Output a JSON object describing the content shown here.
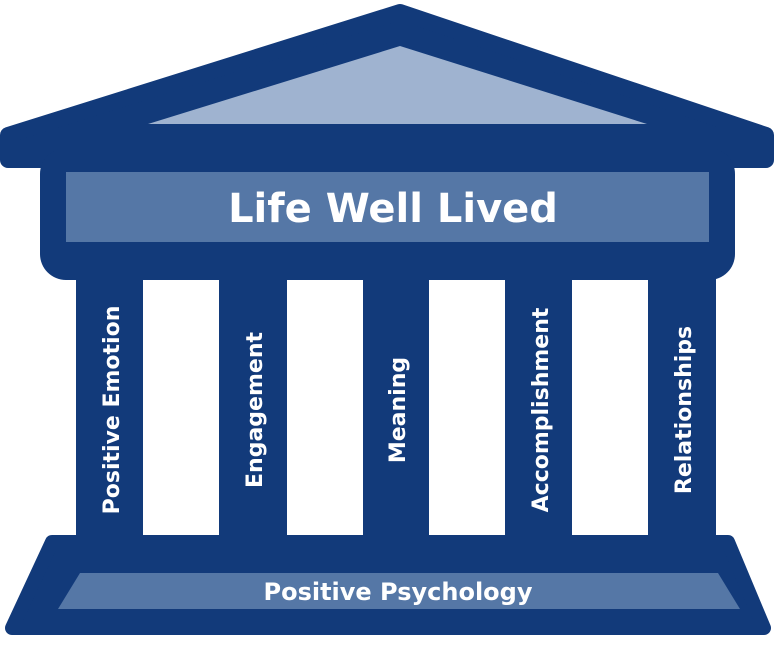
{
  "diagram": {
    "title": "Life Well Lived",
    "pillars": [
      {
        "label": "Positive Emotion"
      },
      {
        "label": "Engagement"
      },
      {
        "label": "Meaning"
      },
      {
        "label": "Accomplishment"
      },
      {
        "label": "Relationships"
      }
    ],
    "foundation": "Positive Psychology"
  },
  "colors": {
    "dark_blue": "#123a7a",
    "mid_blue": "#5577a6",
    "light_blue": "#9fb3d0",
    "gap_white": "#ffffff"
  }
}
